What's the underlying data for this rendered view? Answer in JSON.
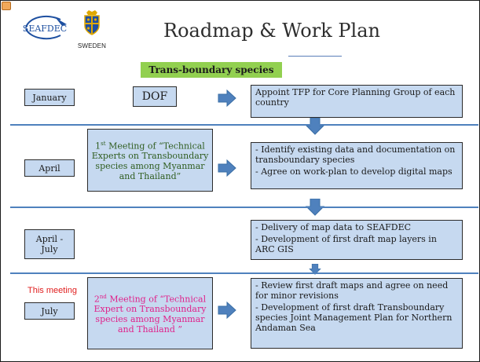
{
  "title": "Roadmap & Work Plan",
  "topic": "Trans-boundary species",
  "logos": {
    "sweden_text": "SWEDEN",
    "seafdec_text": "SEAFDEC"
  },
  "rows": [
    {
      "month": "January",
      "actor": "DOF",
      "action": "Appoint TFP for Core Planning Group of each country"
    },
    {
      "month": "April",
      "meeting_ordinal": "1",
      "meeting_ordinal_sup": "st",
      "meeting_text": " Meeting of “Technical Experts on Transboundary species among Myanmar and Thailand”",
      "actions": [
        "- Identify existing data  and documentation on transboundary species",
        "- Agree on work-plan to develop digital maps"
      ]
    },
    {
      "month": "April - July",
      "actions": [
        "- Delivery of map data to SEAFDEC",
        "- Development of first draft map layers in ARC GIS"
      ]
    },
    {
      "note": "This meeting",
      "month": "July",
      "meeting_ordinal": "2",
      "meeting_ordinal_sup": "nd",
      "meeting_text": " Meeting of “Technical Expert on Transboundary species among  Myanmar and Thailand ”",
      "actions": [
        "- Review first draft maps and agree on need for minor revisions",
        "- Development of first draft Transboundary species Joint Management Plan for Northern Andaman Sea"
      ]
    }
  ],
  "colors": {
    "box_fill": "#c6d9f0",
    "arrow": "#4f81bd",
    "topic_fill": "#92d050",
    "meeting1_text": "#2f5d1f",
    "meeting2_text": "#e0218a",
    "note_text": "#e02020"
  }
}
